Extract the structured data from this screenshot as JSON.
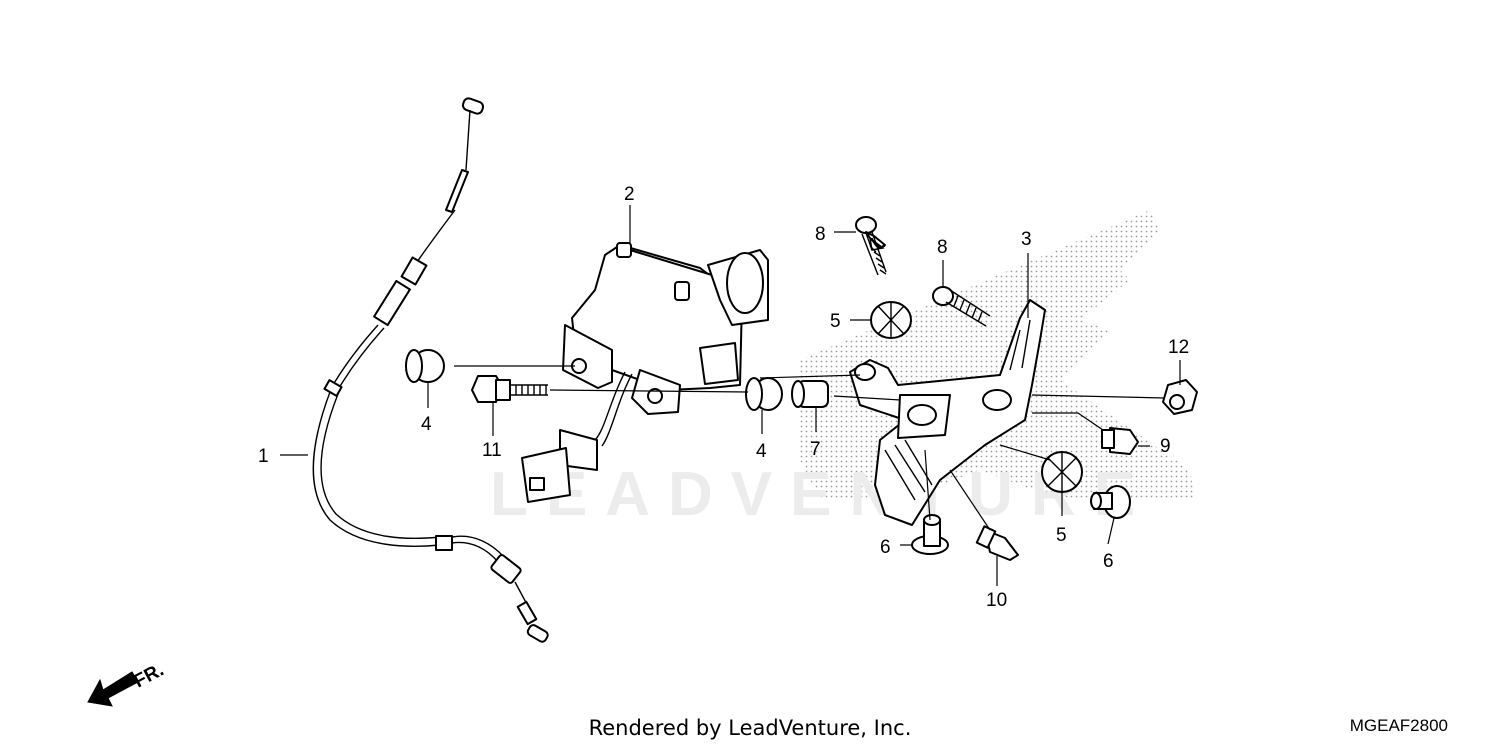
{
  "watermark": "LEADVENTURE",
  "direction_label": "FR.",
  "footer": {
    "rendered_by": "Rendered by LeadVenture, Inc.",
    "diagram_code": "MGEAF2800"
  },
  "callouts": {
    "c1": "1",
    "c2": "2",
    "c3": "3",
    "c4a": "4",
    "c4b": "4",
    "c5a": "5",
    "c5b": "5",
    "c6a": "6",
    "c6b": "6",
    "c7": "7",
    "c8a": "8",
    "c8b": "8",
    "c9": "9",
    "c10": "10",
    "c11": "11",
    "c12": "12"
  },
  "colors": {
    "line": "#000000",
    "background": "#ffffff",
    "shading": "#9a9a9a"
  }
}
